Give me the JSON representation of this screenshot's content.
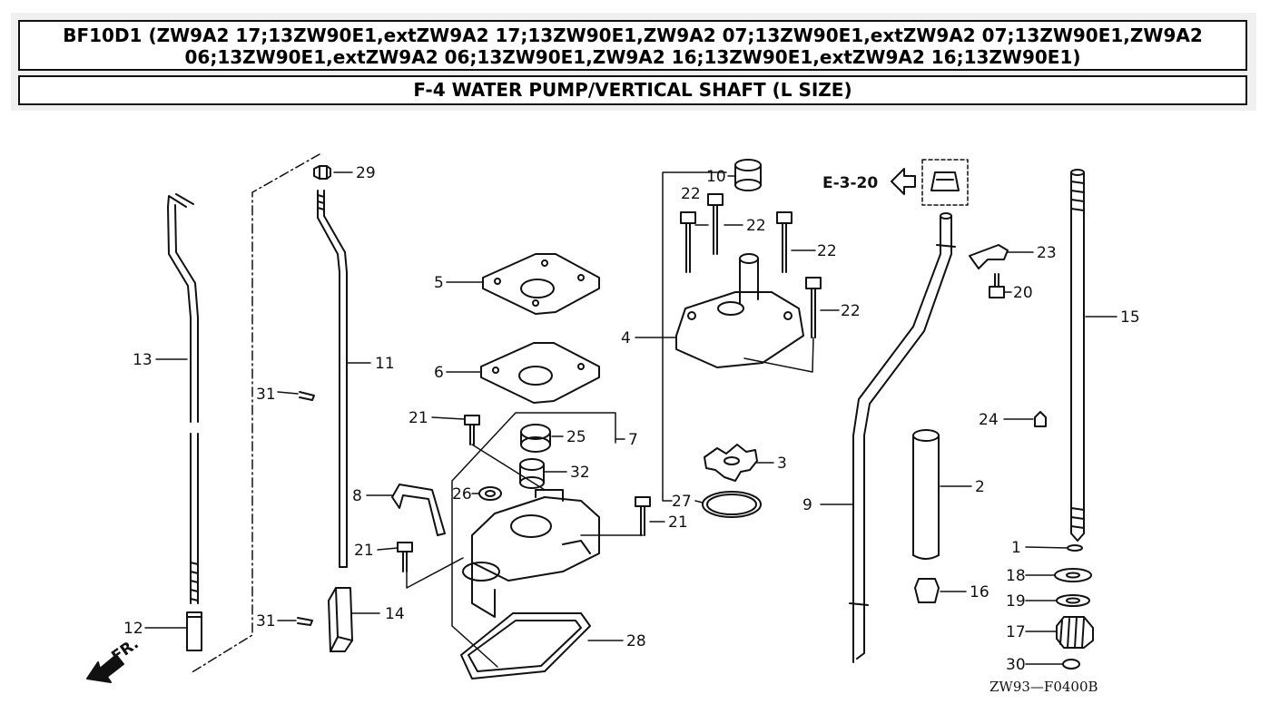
{
  "header": {
    "model_line": "BF10D1 (ZW9A2 17;13ZW90E1,extZW9A2 17;13ZW90E1,ZW9A2 07;13ZW90E1,extZW9A2 07;13ZW90E1,ZW9A2 06;13ZW90E1,extZW9A2 06;13ZW90E1,ZW9A2 16;13ZW90E1,extZW9A2 16;13ZW90E1)",
    "section_title": "F-4 WATER PUMP/VERTICAL SHAFT (L SIZE)"
  },
  "diagram": {
    "reference": "E-3-20",
    "direction": "FR.",
    "drawing_code": "ZW93—F0400B",
    "callouts": {
      "c1": "1",
      "c2": "2",
      "c3": "3",
      "c4": "4",
      "c5": "5",
      "c6": "6",
      "c7": "7",
      "c8": "8",
      "c9": "9",
      "c10": "10",
      "c11": "11",
      "c12": "12",
      "c13": "13",
      "c14": "14",
      "c15": "15",
      "c16": "16",
      "c17": "17",
      "c18": "18",
      "c19": "19",
      "c20": "20",
      "c21a": "21",
      "c21b": "21",
      "c21c": "21",
      "c22a": "22",
      "c22b": "22",
      "c22c": "22",
      "c22d": "22",
      "c23": "23",
      "c24": "24",
      "c25": "25",
      "c26": "26",
      "c27": "27",
      "c28": "28",
      "c29": "29",
      "c30": "30",
      "c31a": "31",
      "c31b": "31",
      "c32": "32"
    }
  }
}
